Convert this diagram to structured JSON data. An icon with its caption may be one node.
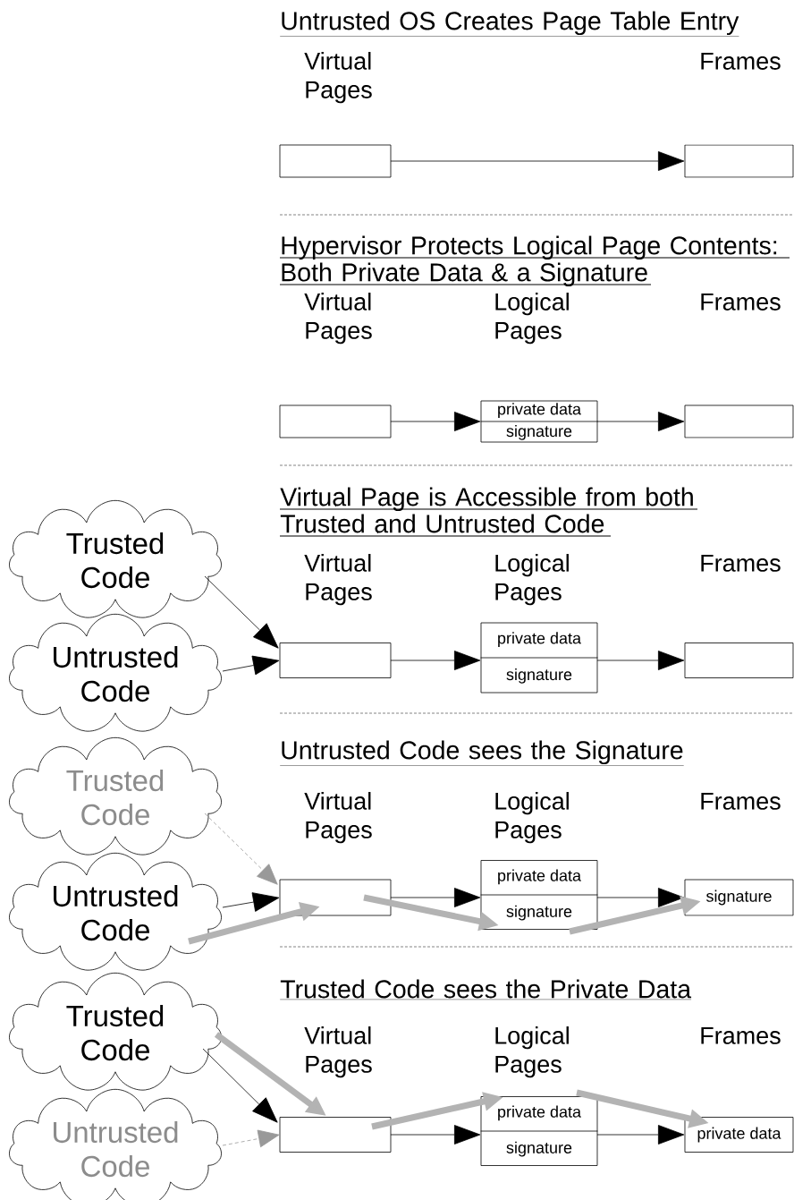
{
  "diagram": {
    "nodes": [
      {
        "text": [],
        "shape": "box"
      },
      {
        "text": [],
        "shape": "box"
      },
      {
        "text": [],
        "shape": "box"
      },
      {
        "text": [
          "private data",
          "signature"
        ]
      },
      {
        "text": [],
        "shape": "box"
      },
      {
        "text": [
          "Trusted Code"
        ]
      },
      {
        "text": [
          "Untrusted Code"
        ]
      },
      {
        "text": [],
        "shape": "box"
      },
      {
        "text": [
          "private data",
          "signature"
        ]
      },
      {
        "text": [],
        "shape": "box"
      },
      {
        "text": [
          "Trusted Code"
        ]
      },
      {
        "text": [
          "Untrusted Code"
        ]
      },
      {
        "text": [],
        "shape": "box"
      },
      {
        "text": [
          "private data",
          "signature"
        ]
      },
      {
        "text": [
          "signature"
        ]
      },
      {
        "text": [
          "Trusted Code"
        ]
      },
      {
        "text": [
          "Untrusted Code"
        ]
      },
      {
        "text": [],
        "shape": "box"
      },
      {
        "text": [
          "private data",
          "signature"
        ]
      },
      {
        "text": [
          "private data"
        ]
      }
    ],
    "edges": [
      {
        "from": 0,
        "to": 1,
        "arrow": "to"
      },
      {
        "from": 2,
        "to": 3,
        "arrow": "to"
      },
      {
        "from": 3,
        "to": 4,
        "arrow": "to"
      },
      {
        "from": 5,
        "to": 7,
        "arrow": "to"
      },
      {
        "from": 6,
        "to": 7,
        "arrow": "to"
      },
      {
        "from": 7,
        "to": 8,
        "arrow": "to"
      },
      {
        "from": 8,
        "to": 9,
        "arrow": "to"
      },
      {
        "from": 10,
        "to": 12,
        "arrow": "to",
        "style": "dashed",
        "color": "#999999"
      },
      {
        "from": 11,
        "to": 12,
        "arrow": "to"
      },
      {
        "from": 11,
        "to": 12,
        "arrow": "to",
        "style": "thick",
        "color": "#b3b3b3"
      },
      {
        "from": 12,
        "to": 13,
        "arrow": "to"
      },
      {
        "from": 12,
        "to": 13,
        "arrow": "to",
        "style": "thick",
        "color": "#b3b3b3"
      },
      {
        "from": 13,
        "to": 14,
        "arrow": "to"
      },
      {
        "from": 13,
        "to": 14,
        "arrow": "to",
        "style": "thick",
        "color": "#b3b3b3"
      },
      {
        "from": 15,
        "to": 17,
        "arrow": "to"
      },
      {
        "from": 15,
        "to": 17,
        "arrow": "to",
        "style": "thick",
        "color": "#b3b3b3"
      },
      {
        "from": 16,
        "to": 17,
        "arrow": "to",
        "style": "dashed",
        "color": "#999999"
      },
      {
        "from": 17,
        "to": 18,
        "arrow": "to"
      },
      {
        "from": 17,
        "to": 18,
        "arrow": "to",
        "style": "thick",
        "color": "#b3b3b3"
      },
      {
        "from": 18,
        "to": 19,
        "arrow": "to"
      },
      {
        "from": 18,
        "to": 19,
        "arrow": "to",
        "style": "thick",
        "color": "#b3b3b3"
      }
    ],
    "labels": [
      "Untrusted OS Creates Page Table Entry",
      "Virtual Pages",
      "Frames",
      "Hypervisor Protects Logical Page Contents: Both Private Data & a Signature",
      "Virtual Pages",
      "Logical Pages",
      "Frames",
      "Virtual Page is Accessible from both Trusted and Untrusted Code",
      "Virtual Pages",
      "Logical Pages",
      "Frames",
      "Untrusted Code sees the Signature",
      "Virtual Pages",
      "Logical Pages",
      "Frames",
      "Trusted Code sees the Private Data",
      "Virtual Pages",
      "Logical Pages",
      "Frames"
    ]
  }
}
